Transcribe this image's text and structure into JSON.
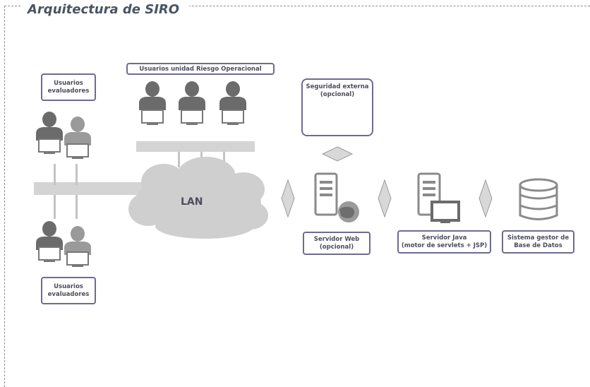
{
  "title": "Arquitectura de SIRO",
  "labels": {
    "users_top": "Usuarios\nevaluadores",
    "users_bottom": "Usuarios\nevaluadores",
    "risk_users": "Usuarios unidad Riesgo Operacional",
    "external_security": "Seguridad externa\n(opcional)",
    "lan": "LAN",
    "web_server": "Servidor Web\n(opcional)",
    "java_server": "Servidor Java\n(motor de servlets + JSP)",
    "db_system": "Sistema gestor de\nBase de Datos"
  },
  "colors": {
    "gray_dark": "#6b6b6b",
    "gray_mid": "#9a9a9a",
    "gray_light": "#d4d4d4",
    "border_purple": "#6e6b8f"
  },
  "icons": [
    "user-icon",
    "lock-icon",
    "server-icon",
    "globe-icon",
    "monitor-icon",
    "database-icon",
    "cloud-icon",
    "diamond-connector-icon"
  ]
}
